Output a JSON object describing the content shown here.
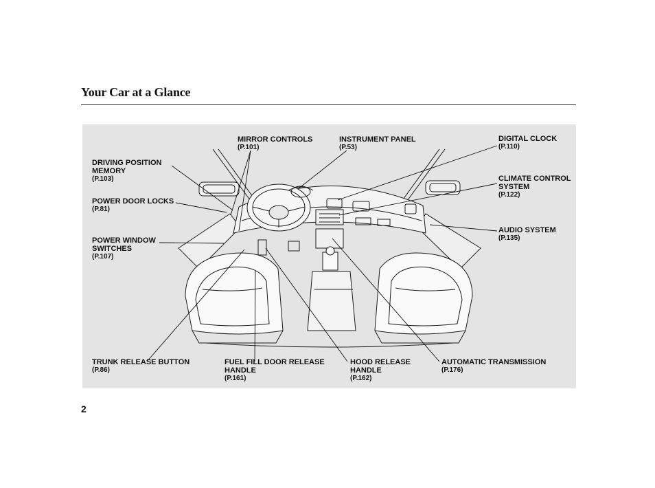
{
  "page": {
    "title": "Your Car at a Glance",
    "number": "2"
  },
  "callouts": {
    "mirror_controls": {
      "label": "MIRROR CONTROLS",
      "ref": "(P.101)"
    },
    "instrument_panel": {
      "label": "INSTRUMENT PANEL",
      "ref": "(P.53)"
    },
    "digital_clock": {
      "label": "DIGITAL CLOCK",
      "ref": "(P.110)"
    },
    "driving_position_memory": {
      "label": "DRIVING POSITION MEMORY",
      "ref": "(P.103)"
    },
    "climate_control_system": {
      "label": "CLIMATE CONTROL SYSTEM",
      "ref": "(P.122)"
    },
    "power_door_locks": {
      "label": "POWER DOOR LOCKS",
      "ref": "(P.81)"
    },
    "audio_system": {
      "label": "AUDIO SYSTEM",
      "ref": "(P.135)"
    },
    "power_window_switches": {
      "label": "POWER WINDOW SWITCHES",
      "ref": "(P.107)"
    },
    "trunk_release_button": {
      "label": "TRUNK RELEASE BUTTON",
      "ref": "(P.86)"
    },
    "fuel_fill_door_release_handle": {
      "label": "FUEL FILL DOOR RELEASE HANDLE",
      "ref": "(P.161)"
    },
    "hood_release_handle": {
      "label": "HOOD RELEASE HANDLE",
      "ref": "(P.162)"
    },
    "automatic_transmission": {
      "label": "AUTOMATIC TRANSMISSION",
      "ref": "(P.176)"
    }
  }
}
